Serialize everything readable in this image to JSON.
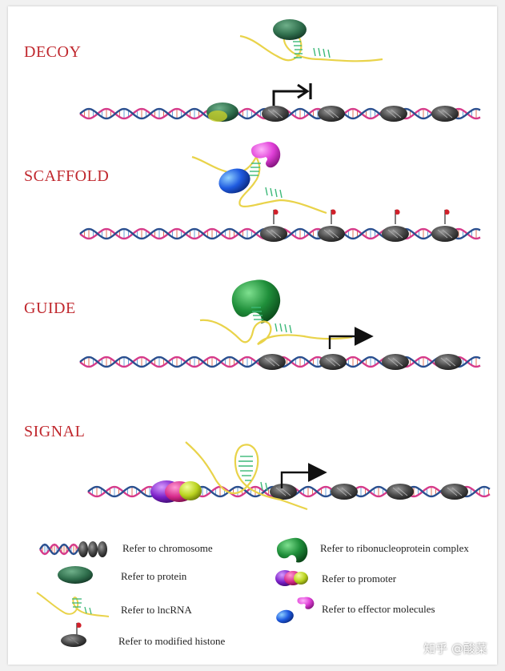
{
  "labels": {
    "decoy": "DECOY",
    "scaffold": "SCAFFOLD",
    "guide": "GUIDE",
    "signal": "SIGNAL"
  },
  "legend": {
    "chromosome": "Refer to chromosome",
    "protein": "Refer to protein",
    "lncrna": "Refer to lncRNA",
    "modified_histone": "Refer to modified histone",
    "rnp_complex": "Refer to ribonucleoprotein complex",
    "promoter": "Refer to promoter",
    "effector": "Refer to effector molecules"
  },
  "watermark": "知乎 @酸菜",
  "colors": {
    "label_red": "#c0272d",
    "dna_pink": "#d63a8a",
    "dna_blue": "#2a4f8f",
    "lncrna_yellow": "#e9d34a",
    "rnp_green": "#1f8f3a",
    "protein_green": "#2f6e4c",
    "effector_magenta": "#e040d8",
    "effector_blue": "#1f5be0",
    "histone_gray": "#3a3a3a",
    "flag_red": "#d0202a"
  }
}
